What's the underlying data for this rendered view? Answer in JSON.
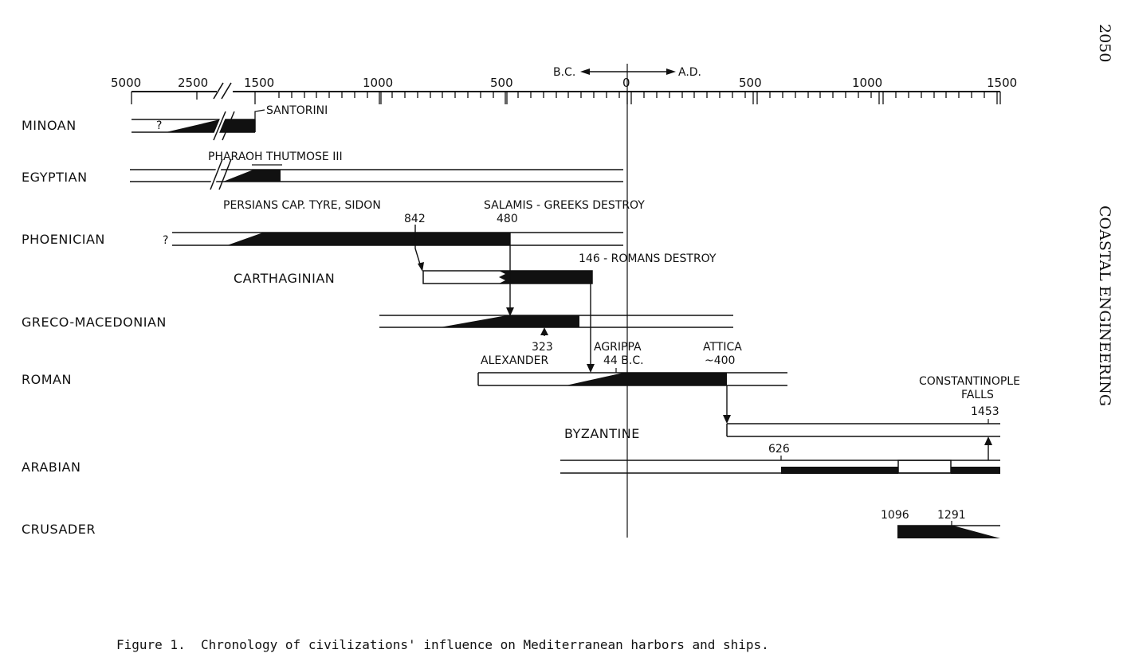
{
  "page_number": "2050",
  "running_head": "COASTAL ENGINEERING",
  "caption": "Figure 1.  Chronology of civilizations' influence on Mediterranean harbors and ships.",
  "axis": {
    "bc_label": "B.C.",
    "ad_label": "A.D.",
    "ticks": [
      "5000",
      "2500",
      "1500",
      "1000",
      "500",
      "0",
      "500",
      "1000",
      "1500"
    ]
  },
  "civilizations": {
    "minoan": "MINOAN",
    "egyptian": "EGYPTIAN",
    "phoenician": "PHOENICIAN",
    "carthaginian": "CARTHAGINIAN",
    "greco": "GRECO-MACEDONIAN",
    "roman": "ROMAN",
    "byzantine": "BYZANTINE",
    "arabian": "ARABIAN",
    "crusader": "CRUSADER"
  },
  "annotations": {
    "q1": "?",
    "q2": "?",
    "santorini": "SANTORINI",
    "pharaoh": "PHARAOH THUTMOSE III",
    "persians": "PERSIANS CAP. TYRE, SIDON",
    "y842": "842",
    "salamis": "SALAMIS - GREEKS DESTROY",
    "y480": "480",
    "romans_destroy": "146 - ROMANS DESTROY",
    "y323": "323",
    "alexander": "ALEXANDER",
    "agrippa": "AGRIPPA",
    "agrippa_year": "44 B.C.",
    "attica": "ATTICA",
    "attica_year": "~400",
    "constantinople": "CONSTANTINOPLE",
    "falls": "FALLS",
    "y1453": "1453",
    "y626": "626",
    "y1096": "1096",
    "y1291": "1291"
  }
}
